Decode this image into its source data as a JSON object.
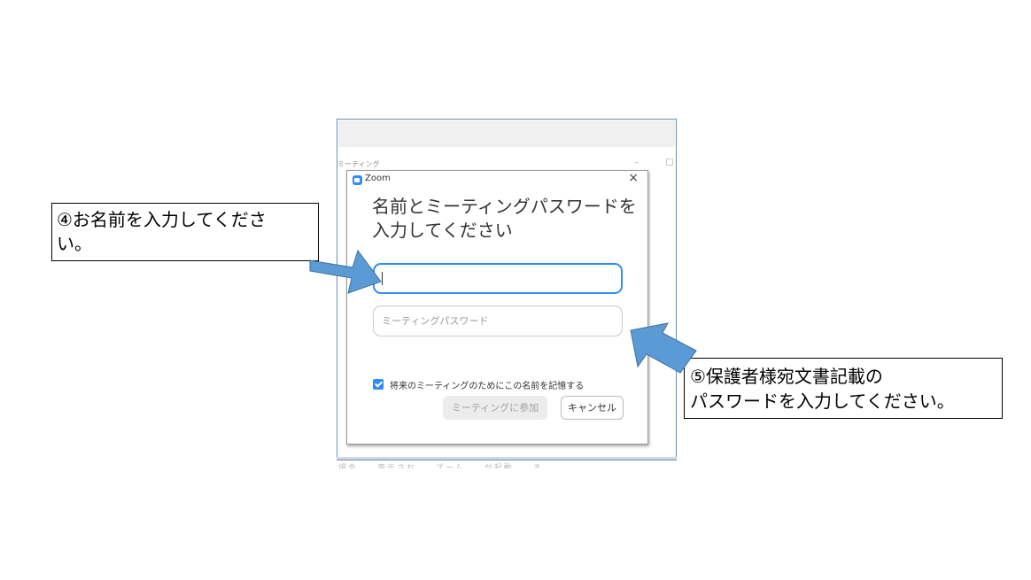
{
  "background_window": {
    "title": "ミーティング",
    "minimize_glyph": "–",
    "footer_text": "場合……表示され……ズーム……が起動……ま"
  },
  "dialog": {
    "app_name": "Zoom",
    "close_glyph": "×",
    "heading_line1": "名前とミーティングパスワードを",
    "heading_line2": "入力してください",
    "name_input": {
      "value": "",
      "placeholder": ""
    },
    "password_input": {
      "value": "",
      "placeholder": "ミーティングパスワード"
    },
    "remember_checkbox": {
      "label": "将来のミーティングのためにこの名前を記憶する",
      "checked": true
    },
    "join_button": "ミーティングに参加",
    "cancel_button": "キャンセル"
  },
  "callouts": {
    "step4_line1": "④お名前を入力してくださ",
    "step4_line2": "い。",
    "step5_line1": "⑤保護者様宛文書記載の",
    "step5_line2": "パスワードを入力してください。"
  },
  "colors": {
    "zoom_blue": "#2d8cff",
    "arrow_fill": "#5b9bd5",
    "arrow_stroke": "#41719c"
  }
}
